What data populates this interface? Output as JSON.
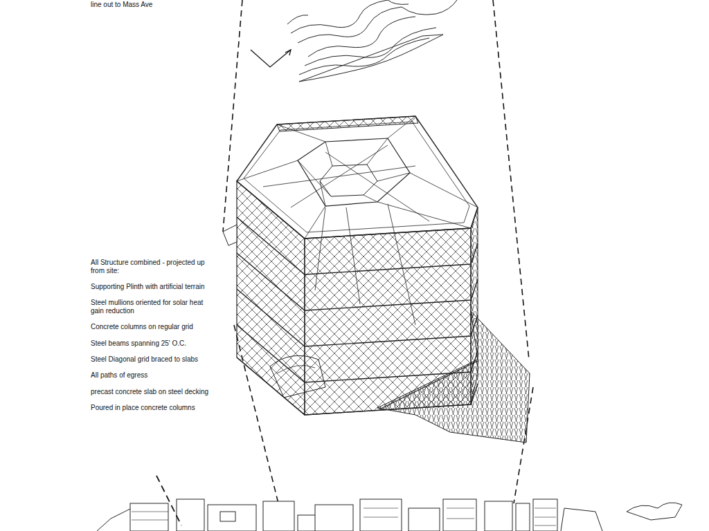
{
  "diagram": {
    "labels": [
      "line out to Mass Ave",
      "All Structure combined - projected up from site:",
      "Supporting Plinth with artificial terrain",
      "Steel mullions oriented for solar heat gain reduction",
      "Concrete columns on regular grid",
      "Steel beams spanning 25' O.C.",
      "Steel Diagonal grid braced to slabs",
      "All paths of egress",
      "precast concrete slab on steel decking",
      "Poured in place concrete columns"
    ]
  }
}
